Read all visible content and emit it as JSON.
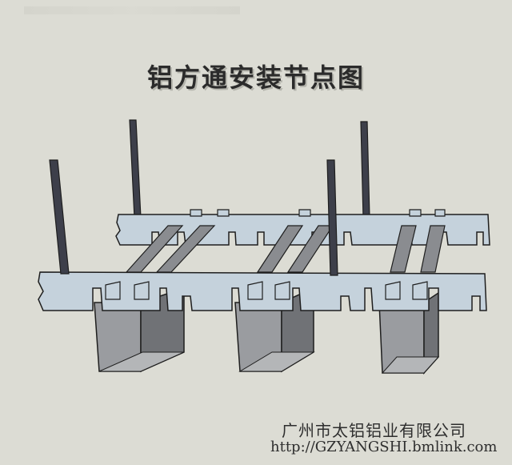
{
  "diagram": {
    "title": "铝方通安装节点图",
    "company": "广州市太铝铝业有限公司",
    "url": "http://GZYANGSHI.bmlink.com"
  },
  "colors": {
    "background": "#dcdcd4",
    "runner_face": "#c5d2dc",
    "channel_face": "#9a9ca0",
    "channel_side": "#707276",
    "rod": "#3d3f4a",
    "outline": "#1e1e1e"
  },
  "icons": [
    "suspension-rod-icon",
    "main-runner-icon",
    "u-channel-profile-icon"
  ]
}
